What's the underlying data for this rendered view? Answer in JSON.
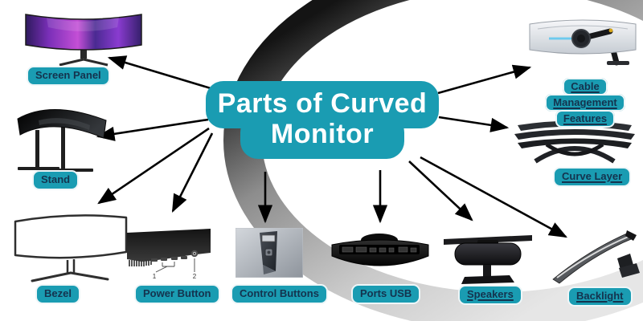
{
  "title": {
    "line1": "Parts of Curved",
    "line2": "Monitor"
  },
  "colors": {
    "accent_teal": "#1A9CB2",
    "label_text_navy": "#14334E",
    "title_text": "#FFFFFF",
    "arrow_black": "#000000",
    "swoosh_dark": "#1A1A1A",
    "swoosh_light": "#E3E3E3"
  },
  "parts": [
    {
      "label": "Screen Panel"
    },
    {
      "label": "Stand"
    },
    {
      "label": "Bezel"
    },
    {
      "label": "Power Button"
    },
    {
      "label": "Control Buttons"
    },
    {
      "label": "Ports USB"
    },
    {
      "label": "Speakers"
    },
    {
      "label": "Backlight"
    },
    {
      "label": "Curve Layer"
    },
    {
      "label": "Cable Management Features"
    }
  ],
  "power_callouts": [
    "1",
    "2"
  ]
}
